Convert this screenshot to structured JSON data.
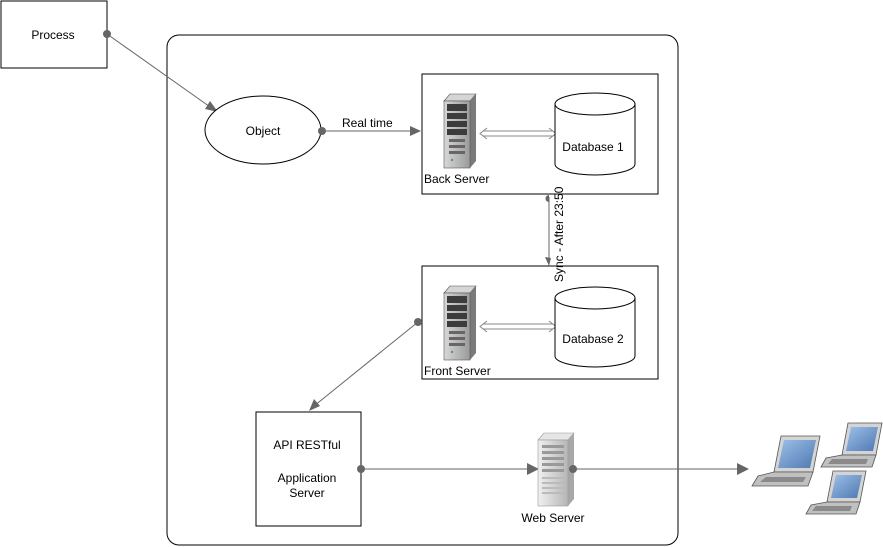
{
  "nodes": {
    "process": "Process",
    "object": "Object",
    "back_server": "Back Server",
    "database_1": "Database 1",
    "front_server": "Front Server",
    "database_2": "Database 2",
    "api_line1": "API RESTful",
    "api_line2": "Application",
    "api_line3": "Server",
    "web_server": "Web Server"
  },
  "edges": {
    "realtime": "Real time",
    "sync": "Sync - After 23:50"
  },
  "colors": {
    "stroke": "#000000",
    "connector": "#666666",
    "server_body": "#b8b8b8",
    "server_dark": "#4a4a4a",
    "laptop_screen": "#6f95c9"
  },
  "icons": [
    "server-icon",
    "web-server-icon",
    "laptop-icon"
  ]
}
